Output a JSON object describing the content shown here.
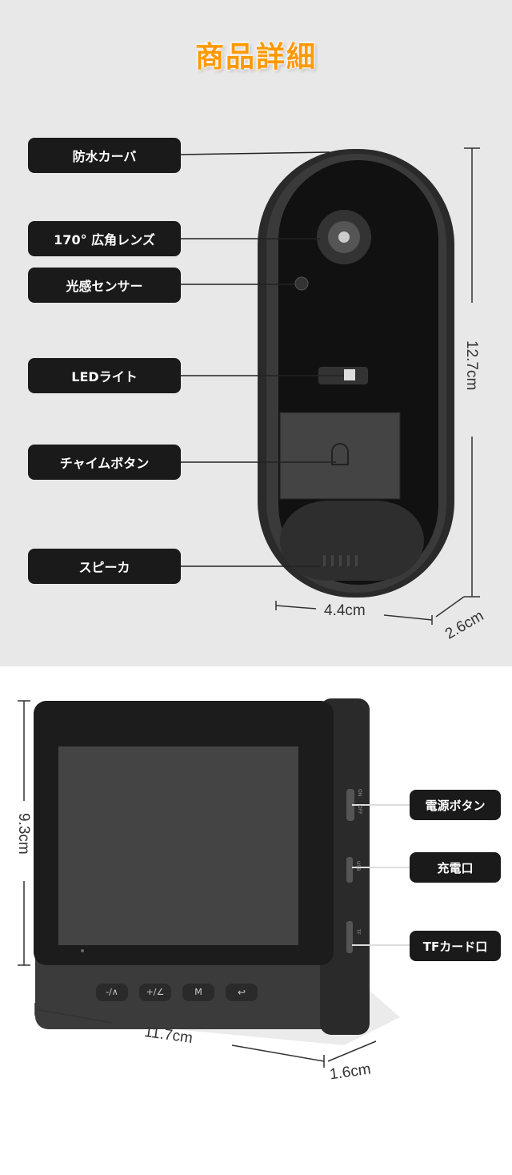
{
  "title": "商品詳細",
  "doorbell": {
    "labels": [
      "防水カーバ",
      "170° 広角レンズ",
      "光感センサー",
      "LEDライト",
      "チャイムボタン",
      "スピーカ"
    ],
    "dimensions": {
      "height": "12.7cm",
      "width": "4.4cm",
      "depth": "2.6cm"
    }
  },
  "monitor": {
    "labels": [
      "電源ボタン",
      "充電口",
      "TFカード口"
    ],
    "buttons": [
      "-/∧",
      "+/∠",
      "M",
      "↩"
    ],
    "side_text": [
      "ON",
      "OFF",
      "USB",
      "TF"
    ],
    "dimensions": {
      "height": "9.3cm",
      "width": "11.7cm",
      "depth": "1.6cm"
    }
  },
  "colors": {
    "title": "#ff9900",
    "label_bg": "#1a1a1a"
  }
}
